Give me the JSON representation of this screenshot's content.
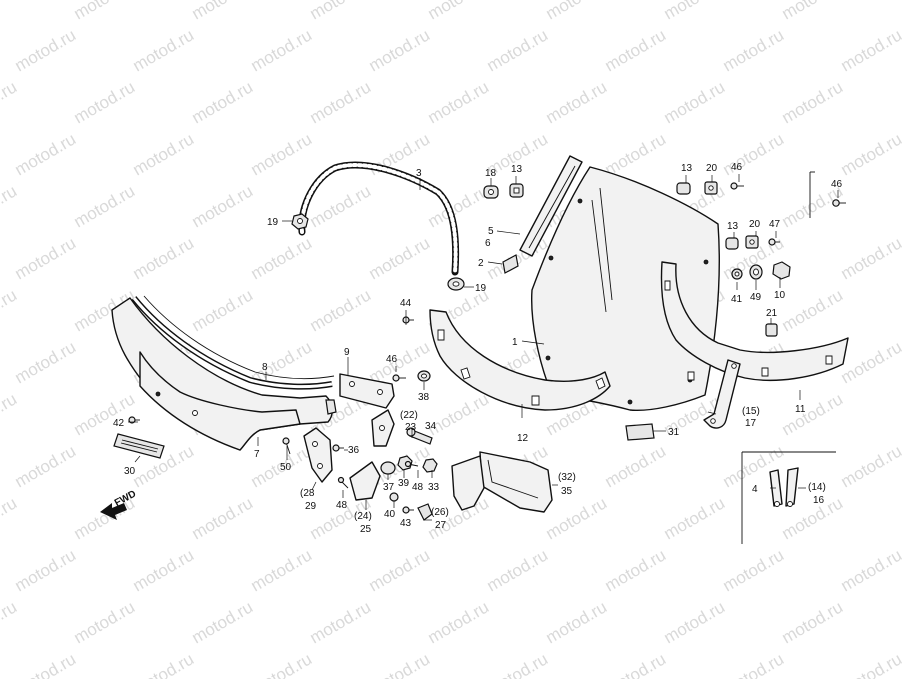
{
  "watermark": "motod.ru",
  "direction_label": "FWD",
  "colors": {
    "ink": "#111111",
    "watermark": "#d9d9d9",
    "paper": "#ffffff"
  },
  "callouts": {
    "c1": "1",
    "c2": "2",
    "c3": "3",
    "c4": "4",
    "c5": "5",
    "c6": "6",
    "c7": "7",
    "c8": "8",
    "c9": "9",
    "c10": "10",
    "c11": "11",
    "c12": "12",
    "c13a": "13",
    "c13b": "13",
    "c13c": "13",
    "c15_17a": "(15)",
    "c15_17b": "17",
    "c14_16a": "(14)",
    "c14_16b": "16",
    "c18": "18",
    "c19a": "19",
    "c19b": "19",
    "c20a": "20",
    "c20b": "20",
    "c21": "21",
    "c22_23a": "(22)",
    "c22_23b": "23",
    "c24_25a": "(24)",
    "c24_25b": "25",
    "c26_27a": "(26)",
    "c26_27b": "27",
    "c28_29a": "(28",
    "c28_29b": "29",
    "c30": "30",
    "c31": "31",
    "c32_35a": "(32)",
    "c32_35b": "35",
    "c33": "33",
    "c34": "34",
    "c36": "36",
    "c37": "37",
    "c38": "38",
    "c39": "39",
    "c40": "40",
    "c41": "41",
    "c42": "42",
    "c43": "43",
    "c44": "44",
    "c46a": "46",
    "c46b": "46",
    "c46c": "46",
    "c47": "47",
    "c48a": "48",
    "c48b": "48",
    "c49": "49",
    "c50": "50"
  }
}
